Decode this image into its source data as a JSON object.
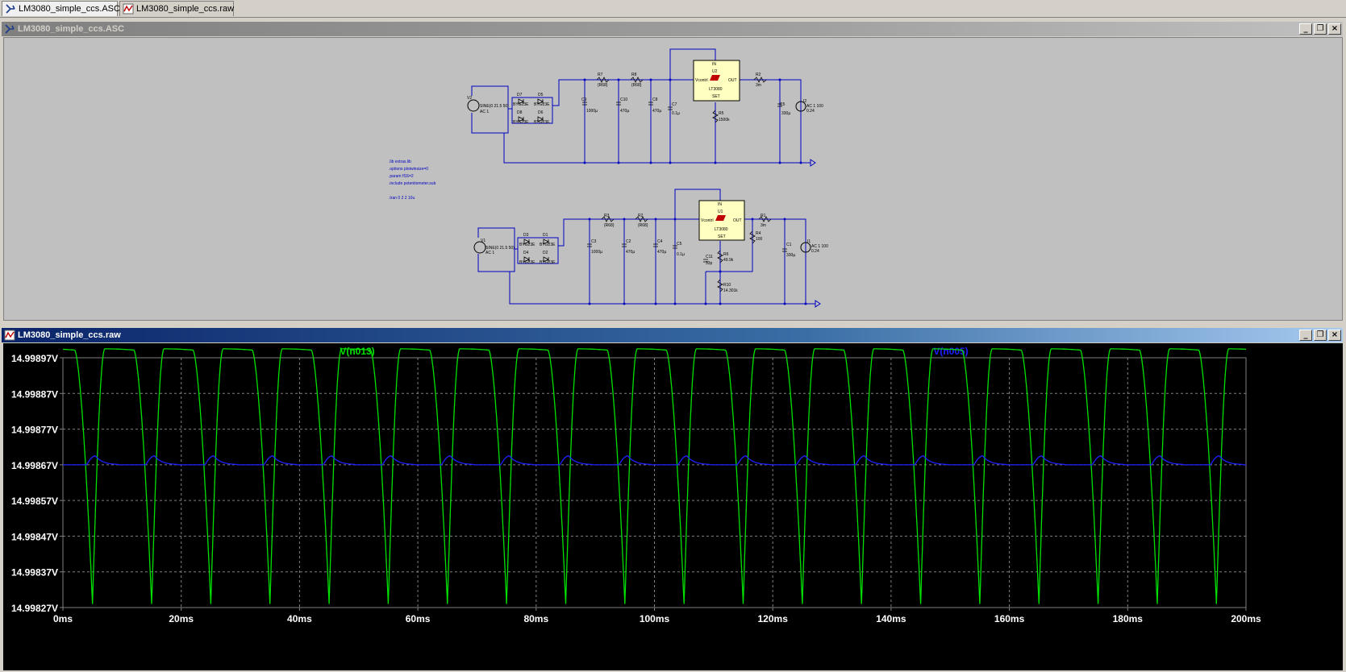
{
  "tabs": [
    {
      "label": "LM3080_simple_ccs.ASC",
      "icon": "schematic-icon",
      "active": true
    },
    {
      "label": "LM3080_simple_ccs.raw",
      "icon": "waveform-icon",
      "active": false
    }
  ],
  "schematic_window": {
    "title": "LM3080_simple_ccs.ASC",
    "directives": [
      ".lib extras.lib",
      ".options plotwinsize=0",
      ".param fSS=2",
      ".include potentiometer.sub",
      ".tran 0 2 2 10u"
    ],
    "top_circuit": {
      "source": {
        "ref": "V2",
        "value": "SINE(0 21.5 50)",
        "ac": "AC 1"
      },
      "diodes": [
        {
          "ref": "D7",
          "model": "BYG23E"
        },
        {
          "ref": "D5",
          "model": "BYG23E"
        },
        {
          "ref": "D8",
          "model": "BYG23E"
        },
        {
          "ref": "D6",
          "model": "BYG23E"
        }
      ],
      "resistors": [
        {
          "ref": "R7",
          "value": "{R68}"
        },
        {
          "ref": "R8",
          "value": "{R68}"
        },
        {
          "ref": "R5",
          "value": "1500k"
        },
        {
          "ref": "R2",
          "value": "3m"
        }
      ],
      "capacitors": [
        {
          "ref": "C9",
          "value": "1000µ"
        },
        {
          "ref": "C10",
          "value": "470µ"
        },
        {
          "ref": "C8",
          "value": "470µ"
        },
        {
          "ref": "C7",
          "value": "0.1µ"
        },
        {
          "ref": "C5",
          "value": "330µ"
        }
      ],
      "regulator": {
        "pin_in": "IN",
        "ref": "U2",
        "part": "LT3080",
        "pin_vcontrol": "Vcontrl",
        "pin_out": "OUT",
        "pin_set": "SET"
      },
      "load": {
        "ref": "I2",
        "value": "AC 1 100",
        "value2": "0.24"
      }
    },
    "bottom_circuit": {
      "source": {
        "ref": "V1",
        "value": "SINE(0 21.5 50)",
        "ac": "AC 1"
      },
      "diodes": [
        {
          "ref": "D3",
          "model": "BYG23E"
        },
        {
          "ref": "D1",
          "model": "BYG23E"
        },
        {
          "ref": "D4",
          "model": "BYG23E"
        },
        {
          "ref": "D2",
          "model": "BYG23E"
        }
      ],
      "resistors": [
        {
          "ref": "R3",
          "value": "{R68}"
        },
        {
          "ref": "R2",
          "value": "{R68}"
        },
        {
          "ref": "R1",
          "value": "3m"
        },
        {
          "ref": "R4",
          "value": "100"
        },
        {
          "ref": "R6",
          "value": "49.9k"
        },
        {
          "ref": "R10",
          "value": "14.301k"
        }
      ],
      "capacitors": [
        {
          "ref": "C3",
          "value": "1000µ"
        },
        {
          "ref": "C2",
          "value": "470µ"
        },
        {
          "ref": "C4",
          "value": "470µ"
        },
        {
          "ref": "C5",
          "value": "0.1µ"
        },
        {
          "ref": "C11",
          "value": "33p"
        },
        {
          "ref": "C1",
          "value": "330µ"
        }
      ],
      "regulator": {
        "pin_in": "IN",
        "ref": "U1",
        "part": "LT3080",
        "pin_vcontrol": "Vcontrl",
        "pin_out": "OUT",
        "pin_set": "SET"
      },
      "load": {
        "ref": "I1",
        "value": "AC 1 100",
        "value2": "0.24"
      }
    }
  },
  "waveform_window": {
    "title": "LM3080_simple_ccs.raw"
  },
  "colors": {
    "trace1": "#00e000",
    "trace2": "#2020ff",
    "axis_text": "#ffffff",
    "grid": "#808080",
    "background": "#000000",
    "wire": "#0000c0"
  },
  "chart_data": {
    "type": "line",
    "title": "",
    "xlabel": "",
    "ylabel": "",
    "x_ticks": [
      "0ms",
      "20ms",
      "40ms",
      "60ms",
      "80ms",
      "100ms",
      "120ms",
      "140ms",
      "160ms",
      "180ms",
      "200ms"
    ],
    "y_ticks": [
      "14.99897V",
      "14.99887V",
      "14.99877V",
      "14.99867V",
      "14.99857V",
      "14.99847V",
      "14.99837V",
      "14.99827V"
    ],
    "xlim": [
      0,
      200
    ],
    "ylim": [
      14.99827,
      14.99897
    ],
    "x_unit": "ms",
    "grid": true,
    "series": [
      {
        "name": "V(n013)",
        "color": "#00e000",
        "period_ms": 10,
        "max_V": 14.998995,
        "min_V": 14.99828,
        "min_at_ms": [
          5,
          15,
          25,
          35,
          45,
          55,
          65,
          75,
          85,
          95,
          105,
          115,
          125,
          135,
          145,
          155,
          165,
          175,
          185,
          195
        ]
      },
      {
        "name": "V(n005)",
        "color": "#2020ff",
        "period_ms": 10,
        "base_V": 14.99867,
        "peak_V": 14.998695,
        "peak_at_ms": [
          5.5,
          15.5,
          25.5,
          35.5,
          45.5,
          55.5,
          65.5,
          75.5,
          85.5,
          95.5,
          105.5,
          115.5,
          125.5,
          135.5,
          145.5,
          155.5,
          165.5,
          175.5,
          185.5,
          195.5
        ]
      }
    ]
  }
}
